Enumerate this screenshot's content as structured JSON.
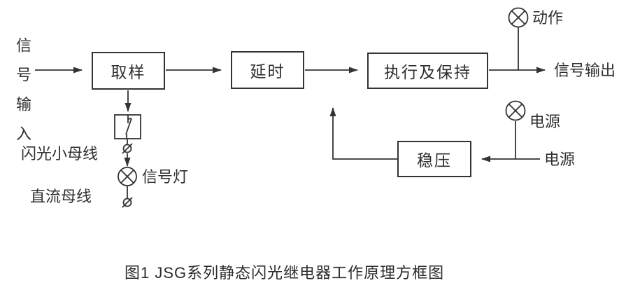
{
  "figure": {
    "caption": "图1  JSG系列静态闪光继电器工作原理方框图"
  },
  "flow": {
    "input_label": "信号输入",
    "output_label": "信号输出",
    "blocks": {
      "sampling": "取样",
      "delay": "延时",
      "execute_hold": "执行及保持",
      "regulator": "稳压"
    }
  },
  "indicators": {
    "action_lamp_label": "动作",
    "power_lamp_label": "电源",
    "signal_lamp_label": "信号灯"
  },
  "power": {
    "source_label": "电源"
  },
  "buses": {
    "flash_bus_label": "闪光小母线",
    "dc_bus_label": "直流母线"
  },
  "icons": {
    "lamp": "crossed-circle",
    "terminal": "slashed-circle",
    "switch": "contact-switch"
  },
  "colors": {
    "line": "#333333",
    "text": "#2f2f2f",
    "background": "#ffffff"
  }
}
